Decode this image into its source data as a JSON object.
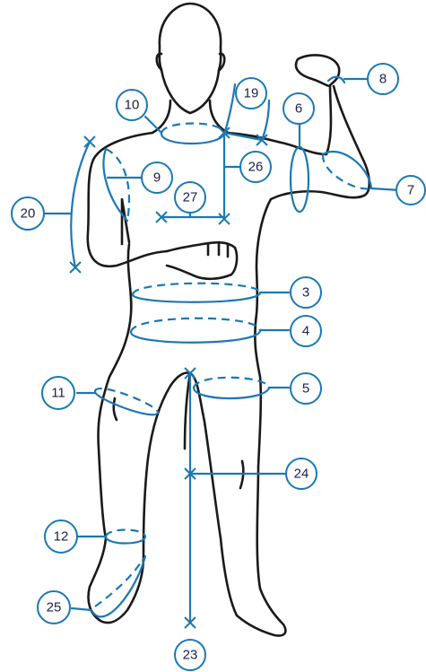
{
  "colors": {
    "measure": "#1b78b4",
    "outline": "#1a1a1a",
    "label_text": "#1e1e4a"
  },
  "labels": {
    "m3": "3",
    "m4": "4",
    "m5": "5",
    "m6": "6",
    "m7": "7",
    "m8": "8",
    "m9": "9",
    "m10": "10",
    "m11": "11",
    "m12": "12",
    "m19": "19",
    "m20": "20",
    "m23": "23",
    "m24": "24",
    "m25": "25",
    "m26": "26",
    "m27": "27"
  }
}
